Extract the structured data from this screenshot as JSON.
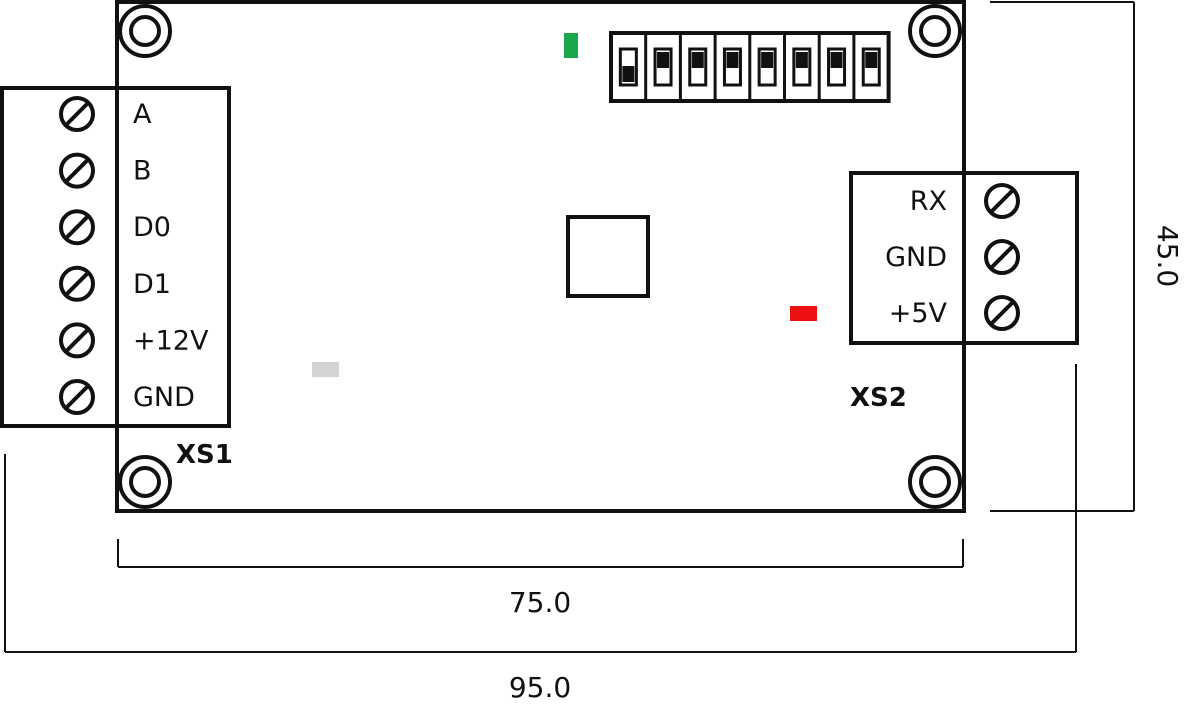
{
  "board": {
    "connector_xs1": {
      "title": "XS1",
      "pins": [
        "A",
        "B",
        "D0",
        "D1",
        "+12V",
        "GND"
      ]
    },
    "connector_xs2": {
      "title": "XS2",
      "pins": [
        "RX",
        "GND",
        "+5V"
      ]
    },
    "dip_switch": {
      "positions": 8
    },
    "leds": [
      {
        "name": "status-led-green",
        "color": "#1aa64a"
      },
      {
        "name": "power-led-red",
        "color": "#ee1111"
      },
      {
        "name": "led-grey",
        "color": "#d4d4d4"
      }
    ]
  },
  "dimensions": {
    "board_width": "75.0",
    "overall_width": "95.0",
    "height": "45.0"
  },
  "colors": {
    "line": "#111111",
    "background": "#ffffff"
  }
}
